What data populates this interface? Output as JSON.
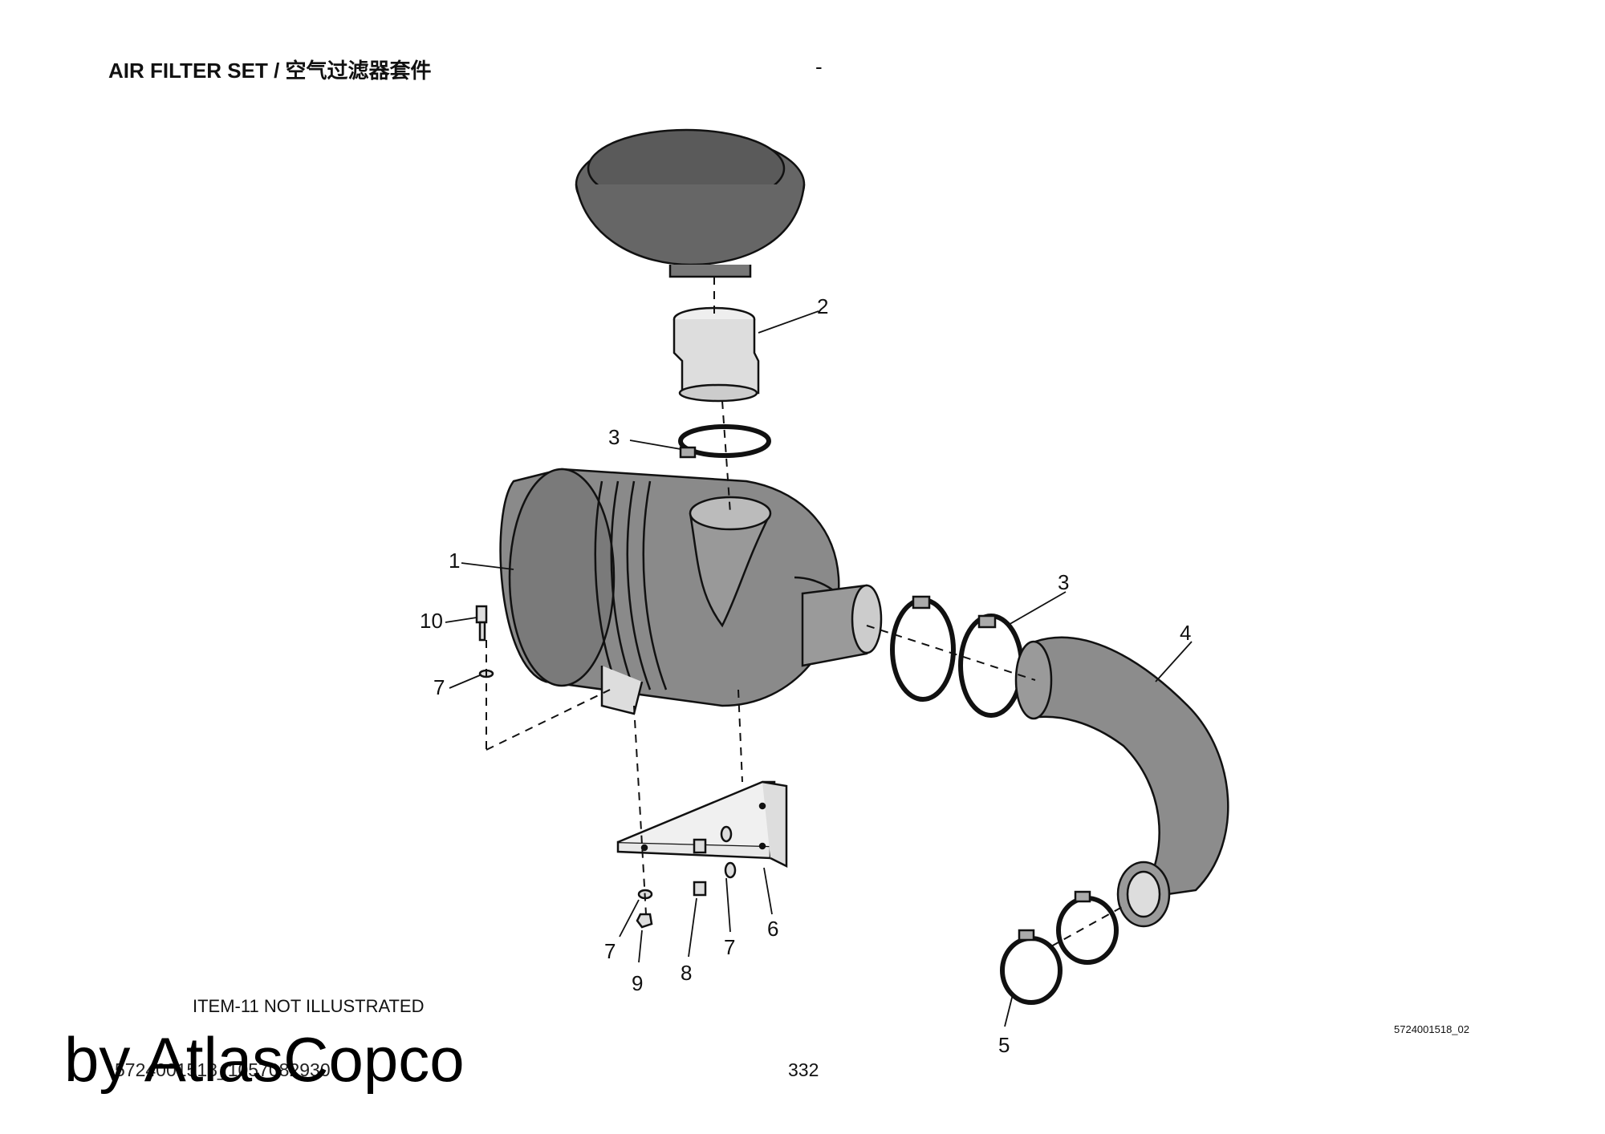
{
  "header": {
    "title": "AIR FILTER SET / 空气过滤器套件",
    "dash": "-"
  },
  "footer": {
    "note": "ITEM-11 NOT  ILLUSTRATED",
    "drawing_code": "5724001518_02",
    "doc_code": "5724001518_1057082930",
    "page_number": "332",
    "watermark": "by AtlasCopco"
  },
  "callouts": [
    {
      "id": "c2",
      "label": "2"
    },
    {
      "id": "c3a",
      "label": "3"
    },
    {
      "id": "c1",
      "label": "1"
    },
    {
      "id": "c10",
      "label": "10"
    },
    {
      "id": "c7a",
      "label": "7"
    },
    {
      "id": "c3b",
      "label": "3"
    },
    {
      "id": "c4",
      "label": "4"
    },
    {
      "id": "c6",
      "label": "6"
    },
    {
      "id": "c7b",
      "label": "7"
    },
    {
      "id": "c7c",
      "label": "7"
    },
    {
      "id": "c8",
      "label": "8"
    },
    {
      "id": "c9",
      "label": "9"
    },
    {
      "id": "c5",
      "label": "5"
    }
  ]
}
